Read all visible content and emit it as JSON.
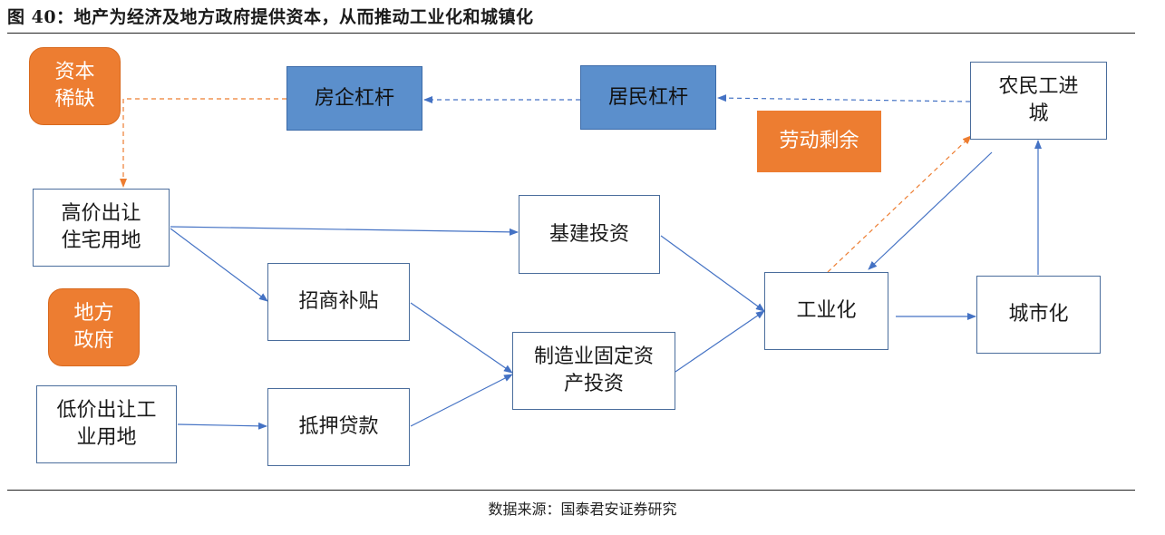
{
  "header": {
    "title": "图 40：地产为经济及地方政府提供资本，从而推动工业化和城镇化"
  },
  "footer": {
    "source": "数据来源：国泰君安证券研究"
  },
  "nodes": {
    "capital_scarcity": "资本\n稀缺",
    "developer_leverage": "房企杠杆",
    "household_leverage": "居民杠杆",
    "migrant_workers": "农民工进\n城",
    "labor_surplus": "劳动剩余",
    "high_price_land": "高价出让\n住宅用地",
    "infrastructure_investment": "基建投资",
    "investment_subsidy": "招商补贴",
    "industrialization": "工业化",
    "urbanization": "城市化",
    "local_government": "地方\n政府",
    "manufacturing_investment": "制造业固定资\n产投资",
    "low_price_land": "低价出让工\n业用地",
    "mortgage_loans": "抵押贷款"
  },
  "colors": {
    "box_border": "#4a6d9c",
    "blue_fill": "#5b8fcc",
    "orange_fill": "#ed7d31",
    "arrow_blue": "#4472c4",
    "arrow_orange": "#ed7d31"
  }
}
